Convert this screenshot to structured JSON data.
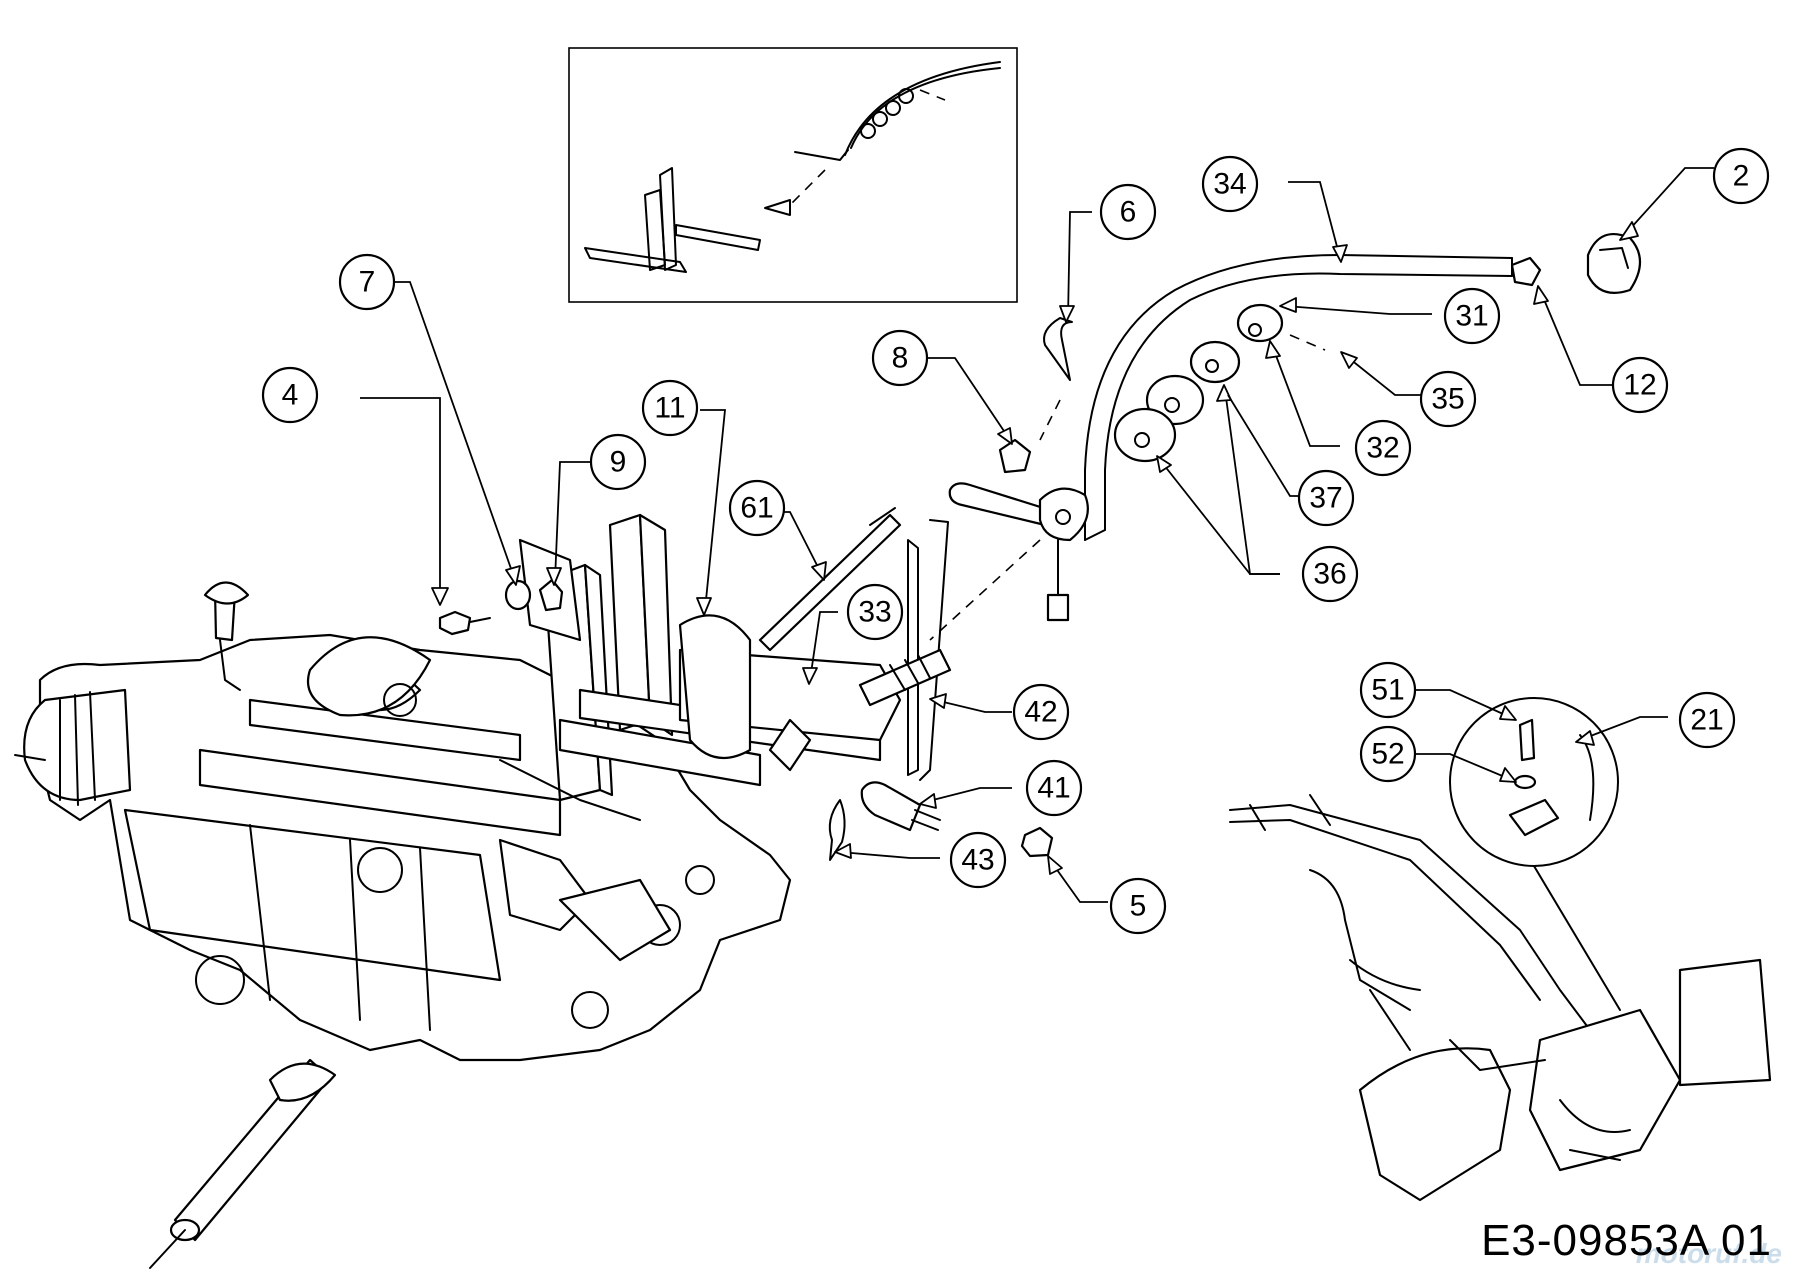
{
  "drawing_code": "E3-09853A 01",
  "watermark": "motoruf.de",
  "callouts": [
    "2",
    "4",
    "5",
    "6",
    "7",
    "8",
    "9",
    "11",
    "12",
    "21",
    "31",
    "32",
    "33",
    "34",
    "35",
    "36",
    "37",
    "41",
    "42",
    "43",
    "51",
    "52",
    "61"
  ]
}
